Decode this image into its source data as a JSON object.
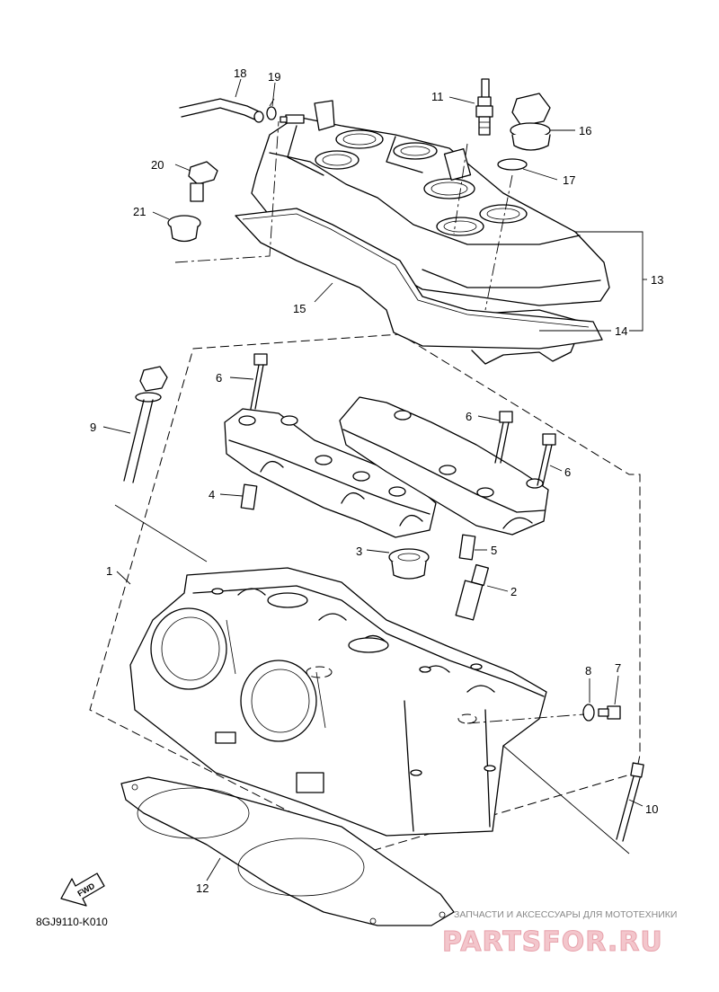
{
  "diagram": {
    "code": "8GJ9110-K010",
    "fwd_label": "FWD",
    "callouts": {
      "c1": "1",
      "c2": "2",
      "c3": "3",
      "c4": "4",
      "c5": "5",
      "c6a": "6",
      "c6b": "6",
      "c6c": "6",
      "c7": "7",
      "c8": "8",
      "c9": "9",
      "c10": "10",
      "c11": "11",
      "c12": "12",
      "c13": "13",
      "c14": "14",
      "c15": "15",
      "c16": "16",
      "c17": "17",
      "c18": "18",
      "c19": "19",
      "c20": "20",
      "c21": "21"
    }
  },
  "watermark": {
    "tagline": "ЗАПЧАСТИ И АКСЕССУАРЫ ДЛЯ МОТОТЕХНИКИ",
    "brand": "PARTSFOR.RU"
  }
}
